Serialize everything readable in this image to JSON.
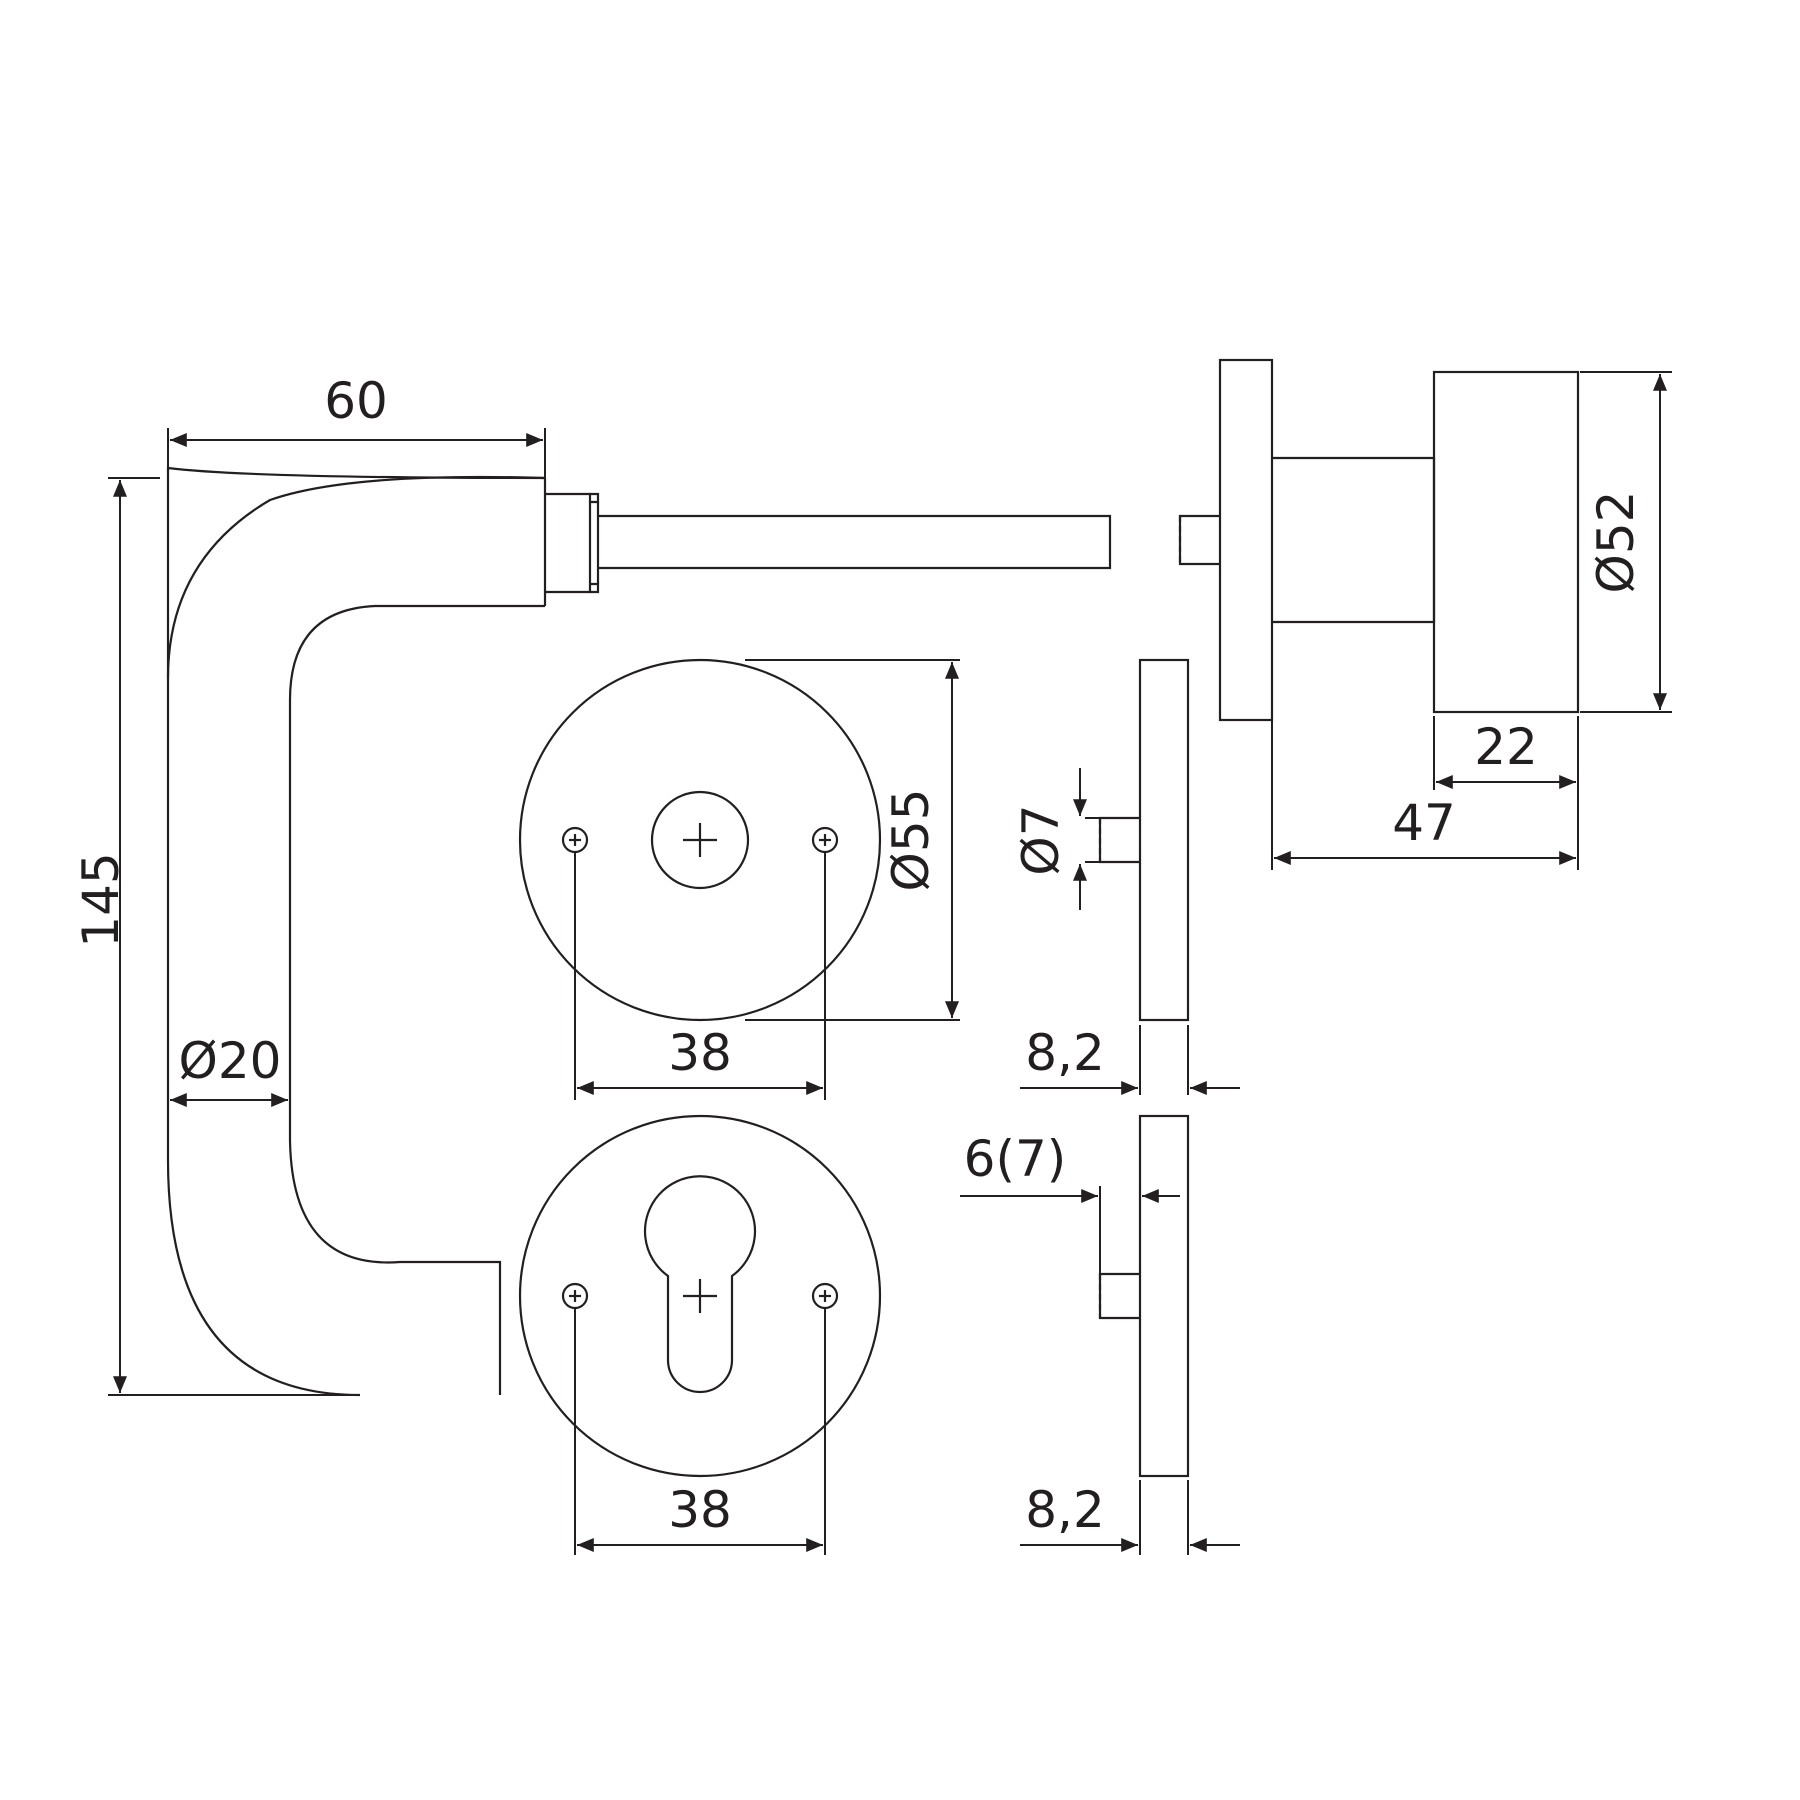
{
  "colors": {
    "line": "#231f20",
    "background": "#ffffff"
  },
  "dimensions": {
    "lever_depth": "60",
    "lever_height": "145",
    "lever_diameter": "Ø20",
    "rose_diameter": "Ø55",
    "screw_spacing_top": "38",
    "screw_spacing_bottom": "38",
    "pin_diameter": "Ø7",
    "rose_thickness_top": "8,2",
    "rose_thickness_bottom": "8,2",
    "pin_length": "6(7)",
    "knob_diameter": "Ø52",
    "knob_width": "22",
    "knob_projection": "47"
  }
}
